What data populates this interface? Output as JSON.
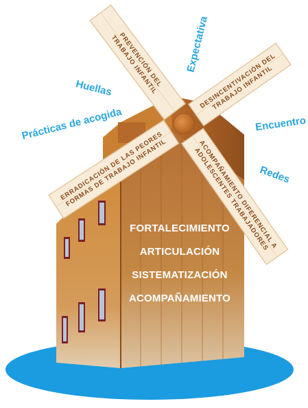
{
  "blades": [
    {
      "line1": "PREVENCIÓN DEL",
      "line2": "TRABAJO INFANTIL"
    },
    {
      "line1": "DESINCENTIVACIÓN DEL",
      "line2": "TRABAJO INFANTIL"
    },
    {
      "line1": "ACOMPAÑAMIENTO DIFERENCIAL A",
      "line2": "ADOLESCENTES TRABAJADORES"
    },
    {
      "line1": "ERRADICACIÓN DE LAS PEORES",
      "line2": "FORMAS DE TRABAJO INFANTIL"
    }
  ],
  "keywords": [
    "Expectativa",
    "Huellas",
    "Prácticas de acogida",
    "Encuentro",
    "Redes"
  ],
  "pillars": [
    "FORTALECIMIENTO",
    "ARTICULACIÓN",
    "SISTEMATIZACIÓN",
    "ACOMPAÑAMIENTO"
  ],
  "colors": {
    "keyword": "#29a6dc",
    "water": "#1b9be0",
    "wall_light": "#c67f36",
    "wall_dark": "#9c5a24",
    "blade": "#f8ecd8",
    "blade_text": "#8a4a1d",
    "hub": "#c9752c",
    "window_frame": "#7a1f2b"
  }
}
